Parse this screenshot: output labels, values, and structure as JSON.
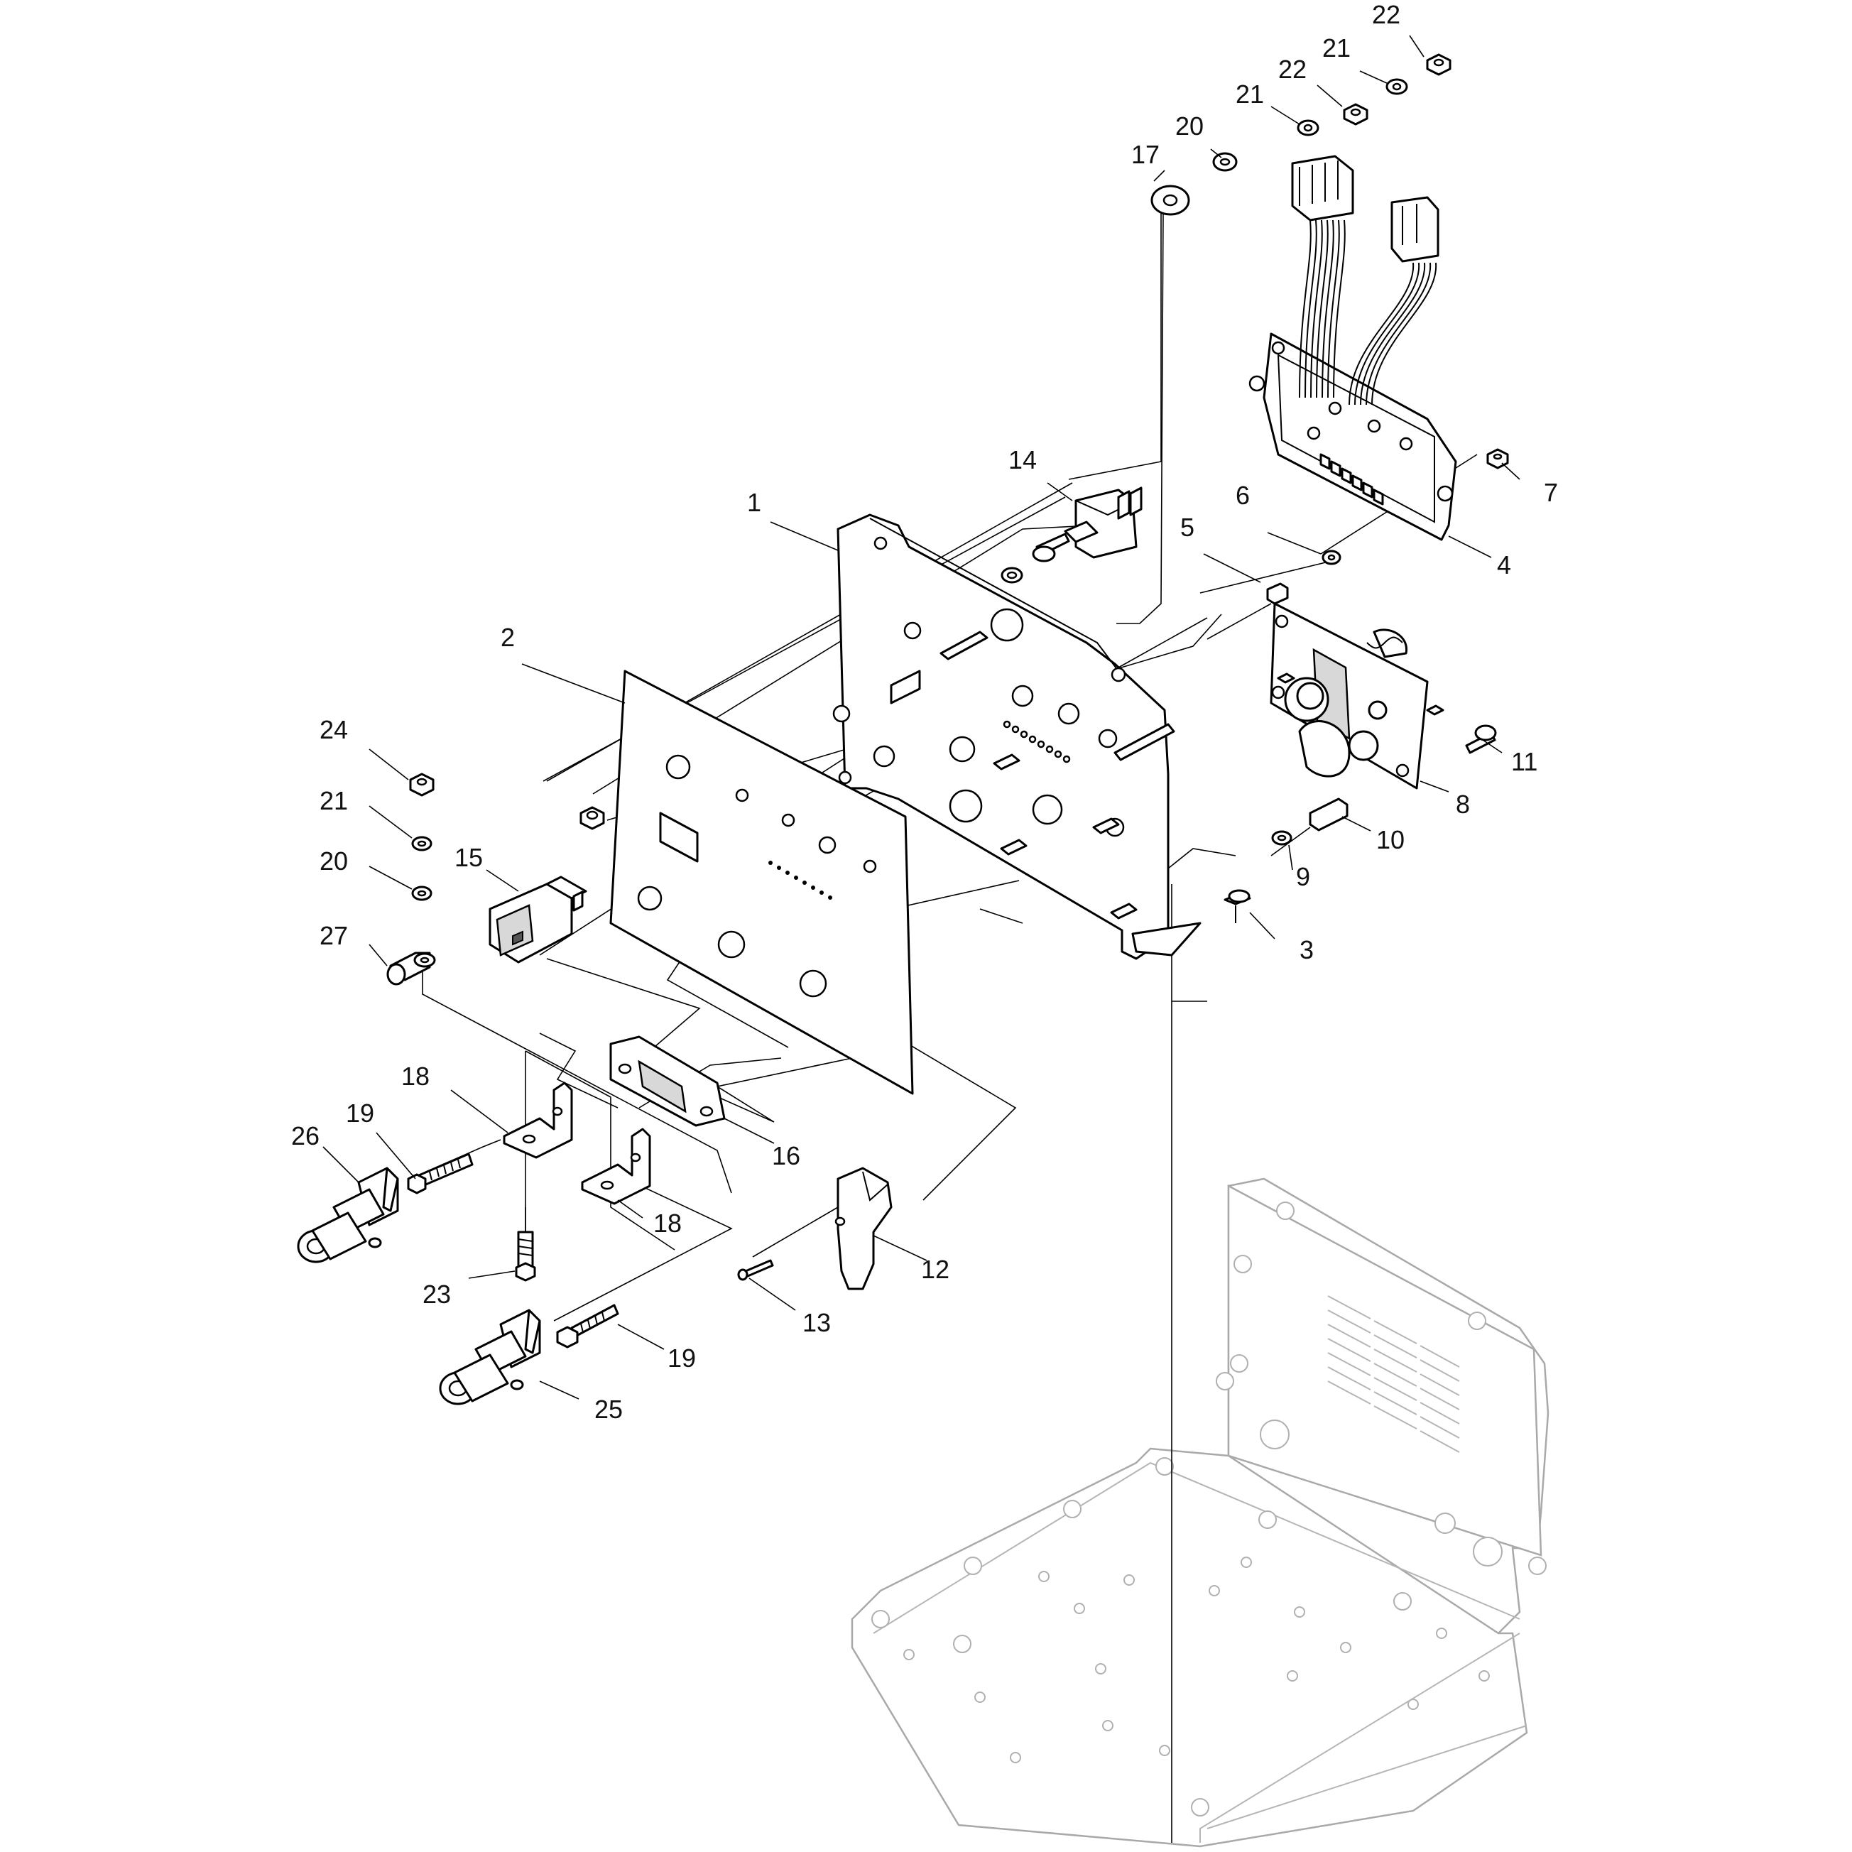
{
  "callouts": [
    {
      "id": "c22a",
      "text": "22"
    },
    {
      "id": "c21a",
      "text": "21"
    },
    {
      "id": "c22b",
      "text": "22"
    },
    {
      "id": "c21b",
      "text": "21"
    },
    {
      "id": "c20a",
      "text": "20"
    },
    {
      "id": "c17",
      "text": "17"
    },
    {
      "id": "c14",
      "text": "14"
    },
    {
      "id": "c1",
      "text": "1"
    },
    {
      "id": "c6",
      "text": "6"
    },
    {
      "id": "c5",
      "text": "5"
    },
    {
      "id": "c7",
      "text": "7"
    },
    {
      "id": "c4",
      "text": "4"
    },
    {
      "id": "c2",
      "text": "2"
    },
    {
      "id": "c24",
      "text": "24"
    },
    {
      "id": "c21c",
      "text": "21"
    },
    {
      "id": "c20b",
      "text": "20"
    },
    {
      "id": "c27",
      "text": "27"
    },
    {
      "id": "c15",
      "text": "15"
    },
    {
      "id": "c11",
      "text": "11"
    },
    {
      "id": "c8",
      "text": "8"
    },
    {
      "id": "c10",
      "text": "10"
    },
    {
      "id": "c9",
      "text": "9"
    },
    {
      "id": "c3",
      "text": "3"
    },
    {
      "id": "c18a",
      "text": "18"
    },
    {
      "id": "c19a",
      "text": "19"
    },
    {
      "id": "c26",
      "text": "26"
    },
    {
      "id": "c16",
      "text": "16"
    },
    {
      "id": "c18b",
      "text": "18"
    },
    {
      "id": "c12",
      "text": "12"
    },
    {
      "id": "c23",
      "text": "23"
    },
    {
      "id": "c13",
      "text": "13"
    },
    {
      "id": "c19b",
      "text": "19"
    },
    {
      "id": "c25",
      "text": "25"
    }
  ]
}
